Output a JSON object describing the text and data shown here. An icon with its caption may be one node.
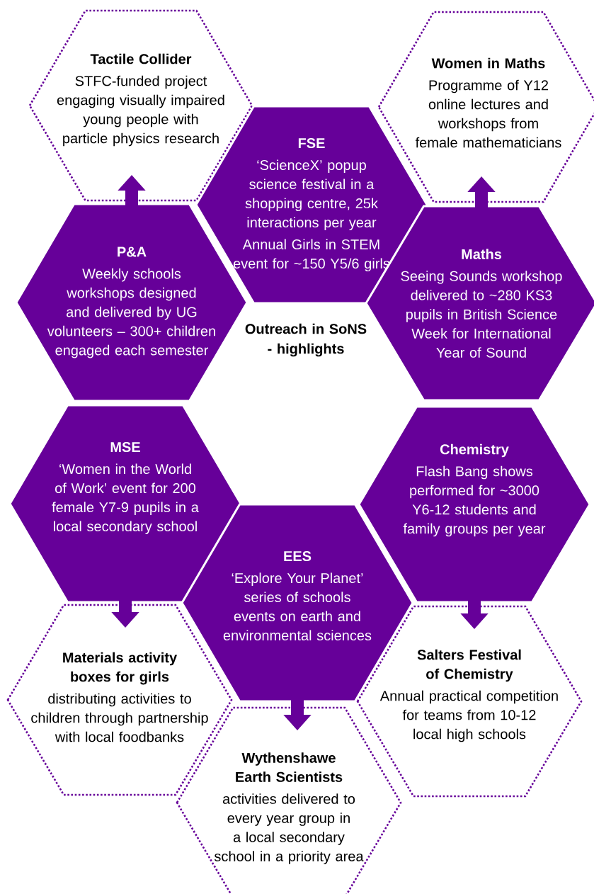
{
  "diagram": {
    "title": "Outreach in SoNS - highlights",
    "nodes": [
      {
        "text": [
          "Tactile Collider",
          "STFC-funded project engaging visually impaired young people with particle physics research"
        ]
      },
      {
        "text": [
          "Women in Maths",
          "Programme of Y12 online lectures and workshops from female mathematicians"
        ]
      },
      {
        "text": [
          "FSE",
          "‘ScienceX’ popup science festival in a shopping centre, 25k interactions per year",
          "Annual Girls in STEM event for ~150 Y5/6 girls"
        ]
      },
      {
        "text": [
          "P&A",
          "Weekly schools workshops designed and delivered by UG volunteers – 300+ children engaged each semester"
        ]
      },
      {
        "text": [
          "Maths",
          "Seeing Sounds workshop delivered to ~280 KS3 pupils in British Science Week for International Year of Sound"
        ]
      },
      {
        "text": [
          "MSE",
          "‘Women in the World of Work’ event for 200 female Y7-9 pupils in a local secondary school"
        ]
      },
      {
        "text": [
          "Chemistry",
          "Flash Bang shows performed for ~3000 Y6-12 students and family groups per year"
        ]
      },
      {
        "text": [
          "EES",
          "‘Explore Your Planet’ series of schools events on earth and environmental sciences"
        ]
      },
      {
        "text": [
          "Materials activity boxes for girls",
          "distributing activities to children through partnership with local foodbanks"
        ]
      },
      {
        "text": [
          "Salters Festival of Chemistry",
          "Annual practical competition for teams from 10-12 local high schools"
        ]
      },
      {
        "text": [
          "Wythenshawe Earth Scientists",
          "activities delivered to every year group in a local secondary school in a priority area"
        ]
      }
    ],
    "edges": [
      {
        "from": 3,
        "to": 0,
        "arrow": "to"
      },
      {
        "from": 4,
        "to": 1,
        "arrow": "to"
      },
      {
        "from": 5,
        "to": 8,
        "arrow": "to"
      },
      {
        "from": 6,
        "to": 9,
        "arrow": "to"
      },
      {
        "from": 7,
        "to": 10,
        "arrow": "to"
      }
    ]
  }
}
